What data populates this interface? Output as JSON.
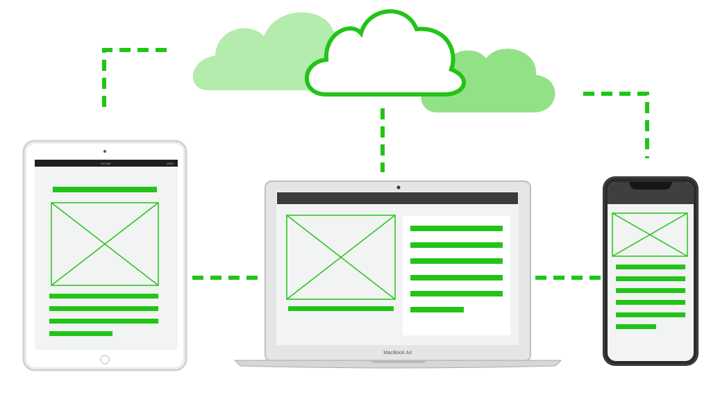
{
  "colors": {
    "accent": "#22c417",
    "cloud_light": "#b3ecac",
    "cloud_mid": "#93e187",
    "device_frame": "#e3e4e6",
    "screen_bg": "#f2f3f3",
    "laptop_topbar": "#3c3c3c",
    "phone_body": "#2b2b2b"
  },
  "icons": {
    "center_cloud": "cloud-outline-icon",
    "left_cloud": "cloud-filled-icon",
    "right_cloud": "cloud-filled-icon",
    "image_placeholder": "image-placeholder-icon"
  },
  "devices": {
    "tablet": {
      "status_time": "9:41 AM",
      "status_battery": "100%",
      "text_lines": 4
    },
    "laptop": {
      "brand_label": "MacBook Air",
      "text_lines": 6
    },
    "phone": {
      "text_lines": 6
    }
  }
}
